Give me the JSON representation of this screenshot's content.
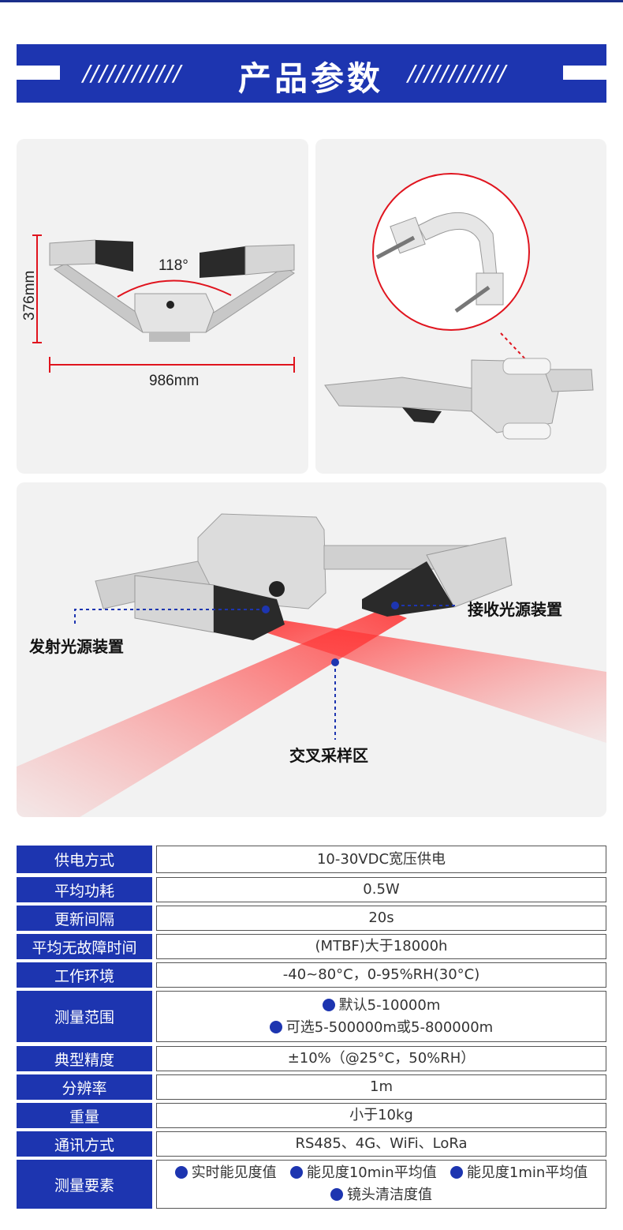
{
  "header": {
    "title": "产品参数",
    "left_slashes": "////////////",
    "right_slashes": "////////////"
  },
  "dimensions": {
    "height_label": "376mm",
    "width_label": "986mm",
    "angle_label": "118°"
  },
  "callouts": {
    "emitter": "发射光源装置",
    "receiver": "接收光源装置",
    "crossing": "交叉采样区"
  },
  "colors": {
    "brand_blue": "#1d35b0",
    "marker_red": "#e0141e",
    "beam_red": "#ff3a3a"
  },
  "specs": [
    {
      "label": "供电方式",
      "lines": [
        "10-30VDC宽压供电"
      ]
    },
    {
      "label": "平均功耗",
      "lines": [
        "0.5W"
      ]
    },
    {
      "label": "更新间隔",
      "lines": [
        "20s"
      ]
    },
    {
      "label": "平均无故障时间",
      "lines": [
        "(MTBF)大于18000h"
      ]
    },
    {
      "label": "工作环境",
      "lines": [
        "-40~80°C，0-95%RH(30°C)"
      ]
    },
    {
      "label": "测量范围",
      "items": [
        "默认5-10000m",
        "可选5-500000m或5-800000m"
      ]
    },
    {
      "label": "典型精度",
      "lines": [
        "±10%（@25°C，50%RH）"
      ]
    },
    {
      "label": "分辨率",
      "lines": [
        "1m"
      ]
    },
    {
      "label": "重量",
      "lines": [
        "小于10kg"
      ]
    },
    {
      "label": "通讯方式",
      "lines": [
        "RS485、4G、WiFi、LoRa"
      ]
    },
    {
      "label": "测量要素",
      "items": [
        "实时能见度值",
        "能见度10min平均值",
        "能见度1min平均值",
        "镜头清洁度值"
      ]
    }
  ]
}
